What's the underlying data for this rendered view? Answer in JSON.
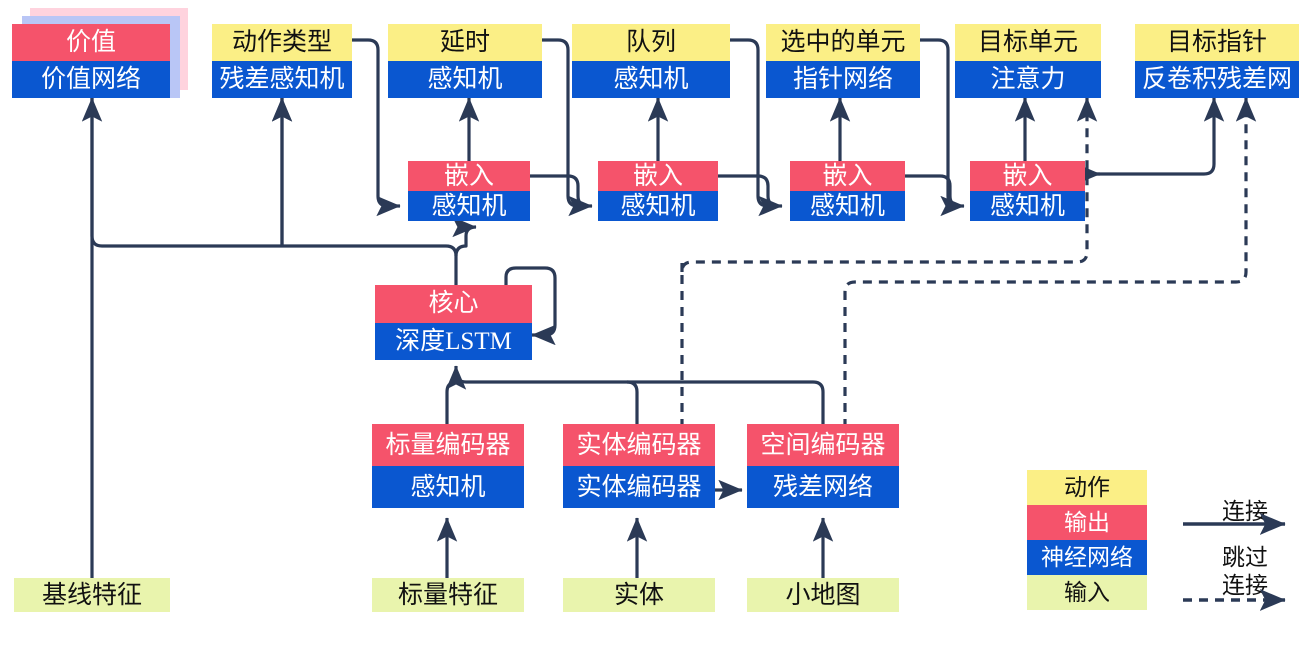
{
  "diagram": {
    "title": "",
    "colors": {
      "action": "#fbef86",
      "output": "#f5536b",
      "neural_network": "#0a57d0",
      "input": "#e9f4ad",
      "edge": "#2b3a56",
      "shadow_pink": "#ffd3de",
      "shadow_blue": "#b9c6f6"
    },
    "outputs": [
      {
        "id": "value",
        "top": "价值",
        "bottom": "价值网络"
      },
      {
        "id": "action_type",
        "top": "动作类型",
        "bottom": "残差感知机"
      },
      {
        "id": "delay",
        "top": "延时",
        "bottom": "感知机"
      },
      {
        "id": "queued",
        "top": "队列",
        "bottom": "感知机"
      },
      {
        "id": "selected_units",
        "top": "选中的单元",
        "bottom": "指针网络"
      },
      {
        "id": "target_unit",
        "top": "目标单元",
        "bottom": "注意力"
      },
      {
        "id": "target_point",
        "top": "目标指针",
        "bottom": "反卷积残差网"
      }
    ],
    "embeddings": [
      {
        "id": "embed1",
        "top": "嵌入",
        "bottom": "感知机"
      },
      {
        "id": "embed2",
        "top": "嵌入",
        "bottom": "感知机"
      },
      {
        "id": "embed3",
        "top": "嵌入",
        "bottom": "感知机"
      },
      {
        "id": "embed4",
        "top": "嵌入",
        "bottom": "感知机"
      }
    ],
    "core": {
      "id": "core",
      "top": "核心",
      "bottom": "深度LSTM"
    },
    "encoders": [
      {
        "id": "scalar_encoder",
        "top": "标量编码器",
        "bottom": "感知机"
      },
      {
        "id": "entity_encoder",
        "top": "实体编码器",
        "bottom": "实体编码器"
      },
      {
        "id": "spatial_encoder",
        "top": "空间编码器",
        "bottom": "残差网络"
      }
    ],
    "inputs": [
      {
        "id": "baseline_features",
        "label": "基线特征"
      },
      {
        "id": "scalar_features",
        "label": "标量特征"
      },
      {
        "id": "entities",
        "label": "实体"
      },
      {
        "id": "minimap",
        "label": "小地图"
      }
    ],
    "legend": {
      "bands": [
        {
          "id": "legend-action",
          "label": "动作"
        },
        {
          "id": "legend-output",
          "label": "输出"
        },
        {
          "id": "legend-nn",
          "label": "神经网络"
        },
        {
          "id": "legend-input",
          "label": "输入"
        }
      ],
      "connection_label": "连接",
      "skip_label_line1": "跳过",
      "skip_label_line2": "连接"
    }
  }
}
